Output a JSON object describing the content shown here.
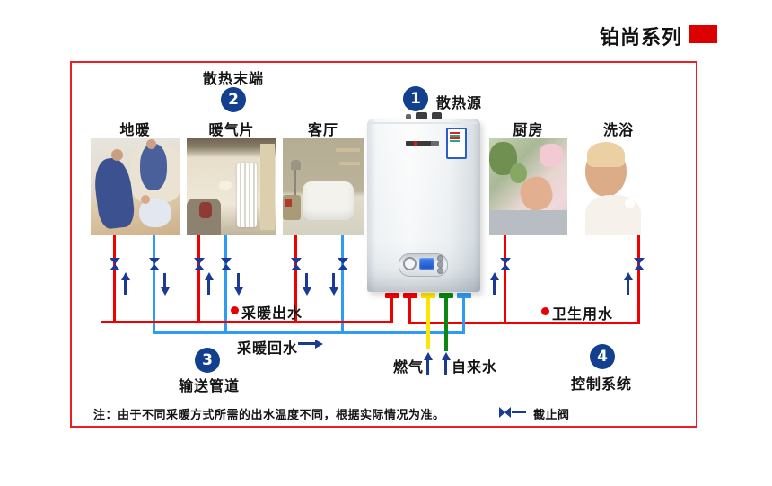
{
  "header": {
    "series_title": "铂尚系列"
  },
  "callouts": {
    "c1": {
      "num": "1",
      "label": "散热源"
    },
    "c2": {
      "num": "2",
      "label": "散热末端"
    },
    "c3": {
      "num": "3",
      "label": "输送管道"
    },
    "c4": {
      "num": "4",
      "label": "控制系统"
    }
  },
  "rooms": [
    {
      "label": "地暖"
    },
    {
      "label": "暖气片"
    },
    {
      "label": "客厅"
    },
    {
      "label": "厨房"
    },
    {
      "label": "洗浴"
    }
  ],
  "flows": {
    "heating_supply": "采暖出水",
    "heating_return": "采暖回水",
    "gas": "燃气",
    "tap_water": "自来水",
    "domestic_hot_water": "卫生用水"
  },
  "footnote": "注：由于不同采暖方式所需的出水温度不同，根据实际情况为准。",
  "legend": {
    "stop_valve": "截止阀"
  },
  "colors": {
    "frame_red": "#ee1c25",
    "hot_pipe_red": "#f20000",
    "cold_pipe_blue": "#2e9cf5",
    "gas_pipe_yellow": "#ffe500",
    "tap_pipe_green": "#0b8713",
    "symbol_navy": "#1a3a94",
    "callout_circle_navy": "#123f8e",
    "title_square_red": "#dd0000"
  }
}
